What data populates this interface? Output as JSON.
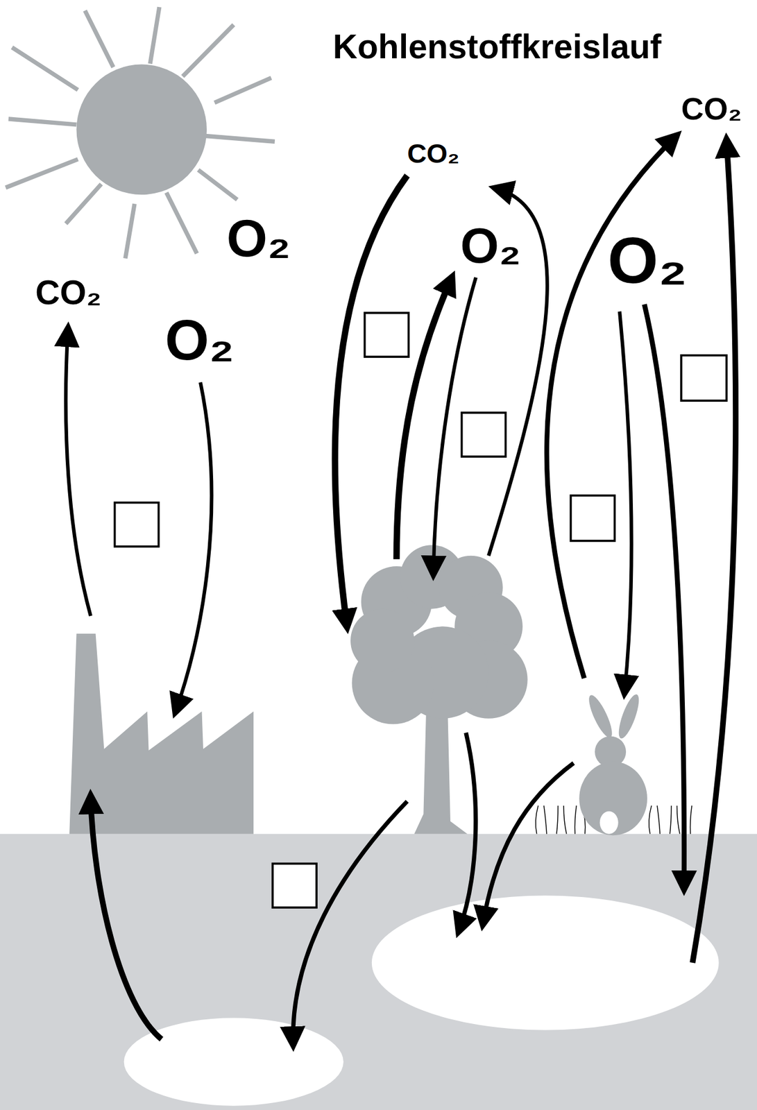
{
  "diagram": {
    "title": "Kohlenstoffkreislauf",
    "labels": [
      "CO₂",
      "CO₂",
      "O₂",
      "O₂",
      "O₂",
      "CO₂",
      "O₂"
    ]
  }
}
